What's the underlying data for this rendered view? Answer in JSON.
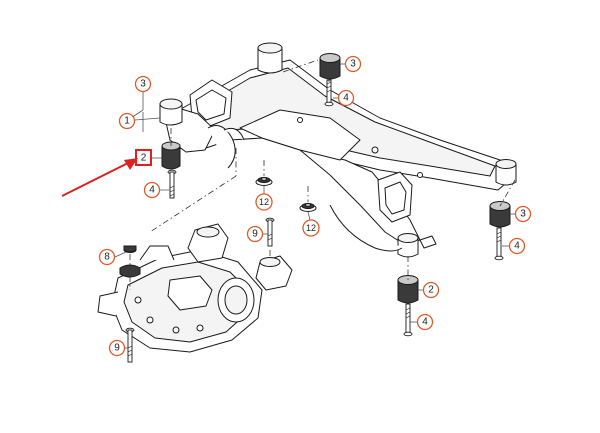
{
  "colors": {
    "callout_stroke": "#e05a28",
    "arrow": "#e02020",
    "highlight_box": "#e02020"
  },
  "callouts": [
    {
      "id": "c1",
      "label": "1"
    },
    {
      "id": "c2-left",
      "label": "2"
    },
    {
      "id": "c2-right",
      "label": "2"
    },
    {
      "id": "c3-topleft",
      "label": "3"
    },
    {
      "id": "c3-top",
      "label": "3"
    },
    {
      "id": "c3-right",
      "label": "3"
    },
    {
      "id": "c4-left",
      "label": "4"
    },
    {
      "id": "c4-top",
      "label": "4"
    },
    {
      "id": "c4-right",
      "label": "4"
    },
    {
      "id": "c4-bottom",
      "label": "4"
    },
    {
      "id": "c8",
      "label": "8"
    },
    {
      "id": "c9-upper",
      "label": "9"
    },
    {
      "id": "c9-lower",
      "label": "9"
    },
    {
      "id": "c12-left",
      "label": "12"
    },
    {
      "id": "c12-right",
      "label": "12"
    }
  ]
}
